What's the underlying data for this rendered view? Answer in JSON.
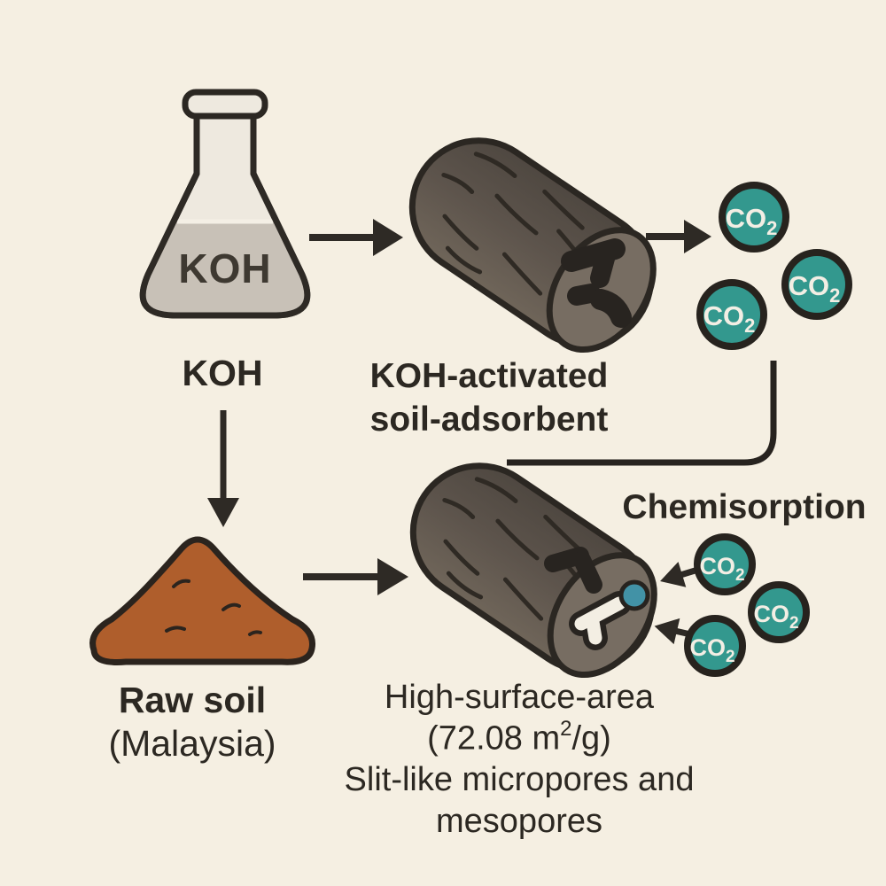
{
  "colors": {
    "background": "#f5efe2",
    "ink": "#2e2a25",
    "co2_teal": "#33988e",
    "soil_brown": "#af5e2c",
    "chemisorption_dot": "#4292a6",
    "log_body": "#5d544c",
    "log_face": "#776d62"
  },
  "flask": {
    "label_inside": "KOH",
    "caption": "KOH"
  },
  "adsorbent_top": {
    "caption_line1": "KOH-activated",
    "caption_line2": "soil-adsorbent"
  },
  "soil": {
    "caption_line1": "Raw soil",
    "caption_line2": "(Malaysia)"
  },
  "chemisorption": {
    "title": "Chemisorption"
  },
  "adsorbent_bottom": {
    "caption_line1": "High-surface-area",
    "caption_line2_prefix": "(72.08 m",
    "caption_line2_sup": "2",
    "caption_line2_suffix": "/g)",
    "caption_line3": "Slit-like micropores and",
    "caption_line4": "mesopores"
  },
  "molecules": {
    "formula_main": "CO",
    "formula_sub": "2"
  }
}
